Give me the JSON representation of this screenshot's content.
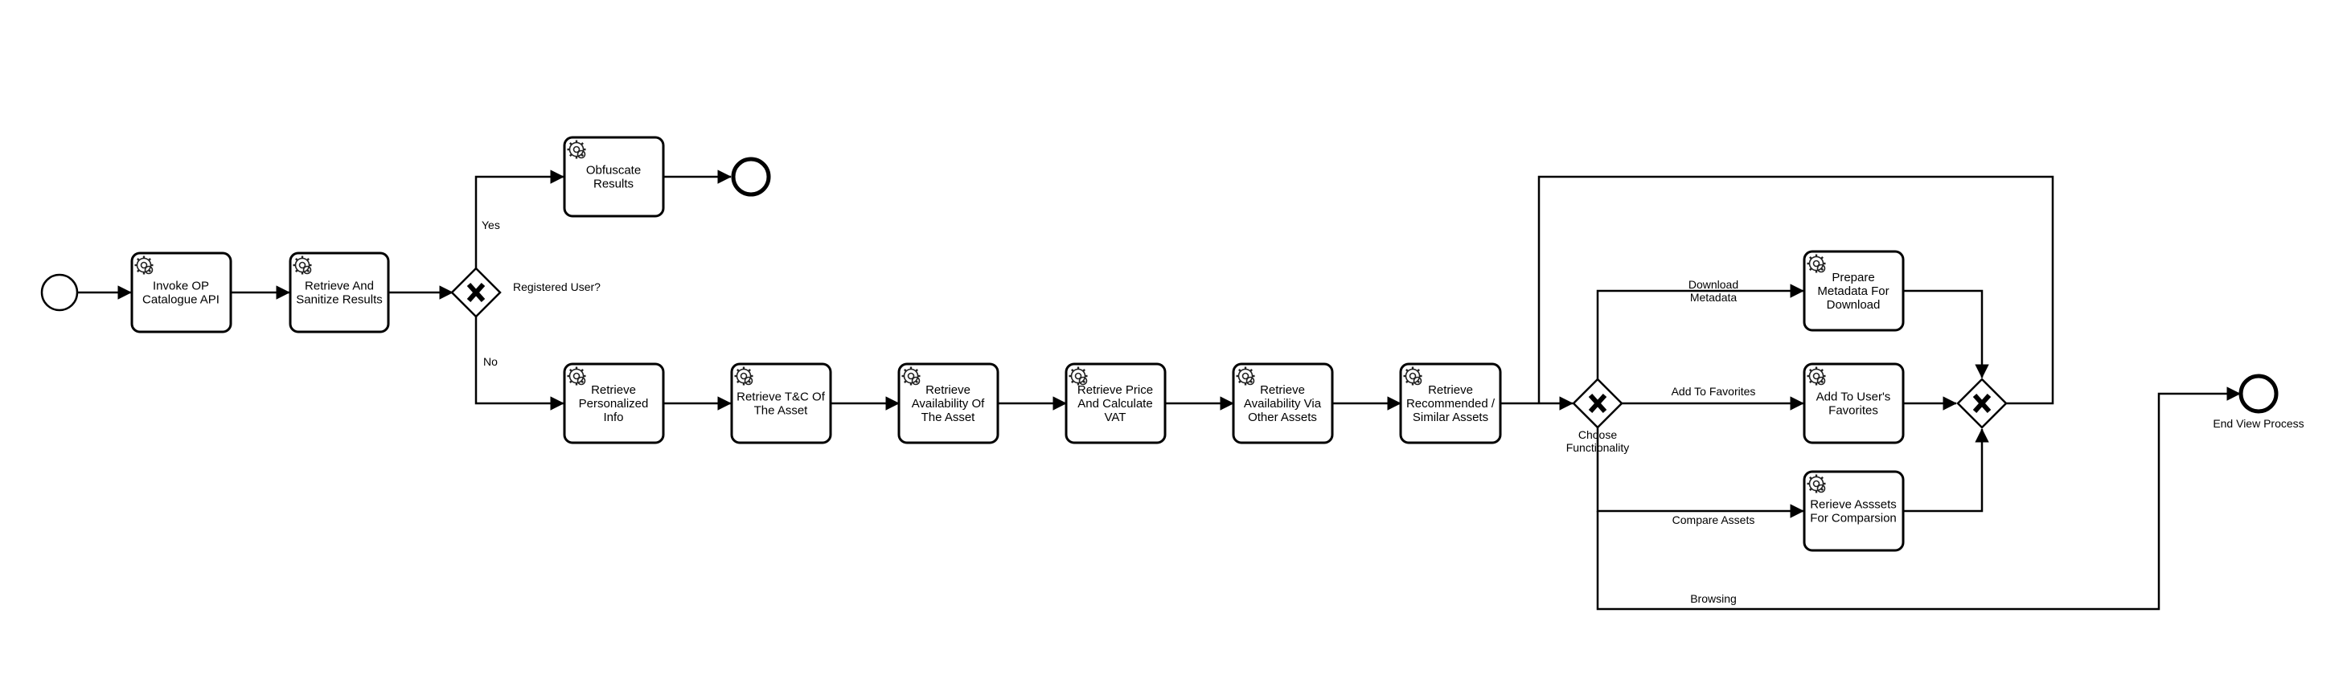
{
  "diagram": {
    "type": "bpmn-process",
    "events": {
      "start": "",
      "end_obfuscated": "",
      "end_view": "End View Process"
    },
    "tasks": {
      "invoke_op": "Invoke OP\nCatalogue API",
      "sanitize": "Retrieve And\nSanitize Results",
      "obfuscate": "Obfuscate\nResults",
      "personalized": "Retrieve\nPersonalized\nInfo",
      "tc": "Retrieve T&C Of\nThe Asset",
      "availability": "Retrieve\nAvailability Of\nThe Asset",
      "price": "Retrieve Price\nAnd Calculate\nVAT",
      "availability_other": "Retrieve\nAvailability Via\nOther Assets",
      "recommended": "Retrieve\nRecommended /\nSimilar Assets",
      "metadata": "Prepare\nMetadata For\nDownload",
      "favorites": "Add To User's\nFavorites",
      "compare": "Rerieve Asssets\nFor Comparsion"
    },
    "gateways": {
      "registered": "Registered User?",
      "choose": "Choose\nFunctionality",
      "merge": ""
    },
    "flow_labels": {
      "yes": "Yes",
      "no": "No",
      "download": "Download\nMetadata",
      "add_favorites": "Add To Favorites",
      "compare_assets": "Compare Assets",
      "browsing": "Browsing"
    },
    "task_icon": "gear-icon",
    "gateway_icon": "exclusive-x-icon"
  }
}
